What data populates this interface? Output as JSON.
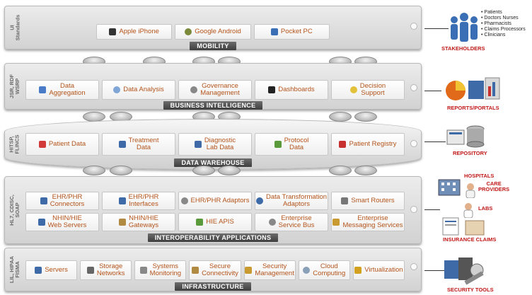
{
  "layers": {
    "mobility": {
      "side": "UI\nStandards",
      "title": "MOBILITY",
      "items": [
        "Apple iPhone",
        "Google Android",
        "Pocket PC"
      ]
    },
    "bi": {
      "side": "JSR, RDF\nWSRP",
      "title": "BUSINESS INTELLIGENCE",
      "items": [
        "Data\nAggregation",
        "Data Analysis",
        "Governance\nManagement",
        "Dashboards",
        "Decision\nSupport"
      ]
    },
    "dw": {
      "side": "HITSP,\nFLINCS",
      "title": "DATA WAREHOUSE",
      "items": [
        "Patient Data",
        "Treatment\nData",
        "Diagnostic\nLab Data",
        "Protocol\nData",
        "Patient Registry"
      ]
    },
    "interop": {
      "side": "HL7, CDISC,\nSOAP",
      "title": "INTEROPERABILITY APPLICATIONS",
      "row1": [
        "EHR/PHR\nConnectors",
        "EHR/PHR\nInterfaces",
        "EHR/PHR Adaptors",
        "Data Transformation\nAdaptors",
        "Smart Routers"
      ],
      "row2": [
        "NHIN/HIE\nWeb Servers",
        "NHIN/HIE\nGateways",
        "HIE APIS",
        "Enterprise\nService Bus",
        "Enterprise\nMessaging Services"
      ]
    },
    "infra": {
      "side": "LIL, HIPAA\nFISMA",
      "title": "INFRASTRUCTURE",
      "items": [
        "Servers",
        "Storage\nNetworks",
        "Systems\nMonitoring",
        "Secure\nConnectivity",
        "Security\nManagement",
        "Cloud\nComputing",
        "Virtualization"
      ]
    }
  },
  "right": {
    "stakeholders_label": "STAKEHOLDERS",
    "stakeholders_list": [
      "• Patients",
      "• Doctors Nurses",
      "• Pharmacists",
      "• Claims Processors",
      "• Clinicians"
    ],
    "reports_label": "REPORTS/PORTALS",
    "repository_label": "REPOSITORY",
    "hospitals_label": "HOSPITALS",
    "care_label": "CARE\nPROVIDERS",
    "labs_label": "LABS",
    "insurance_label": "INSURANCE CLAIMS",
    "security_label": "SECURITY TOOLS"
  },
  "colors": {
    "item_text": "#b3531a",
    "right_labels": "#c01818",
    "band_title_bg": "#4a4a4a"
  },
  "icons": {
    "mobility": [
      "phone-icon",
      "android-icon",
      "pda-icon"
    ],
    "bi": [
      "chart-icon",
      "magnifier-icon",
      "gear-icon",
      "dashboard-icon",
      "bulb-icon"
    ],
    "dw": [
      "medical-icon",
      "microscope-icon",
      "bar-chart-icon",
      "shield-icon",
      "cross-icon"
    ],
    "infra": [
      "server-icon",
      "storage-icon",
      "monitor-icon",
      "lock-icon",
      "key-icon",
      "cloud-icon",
      "virtualization-icon"
    ]
  }
}
